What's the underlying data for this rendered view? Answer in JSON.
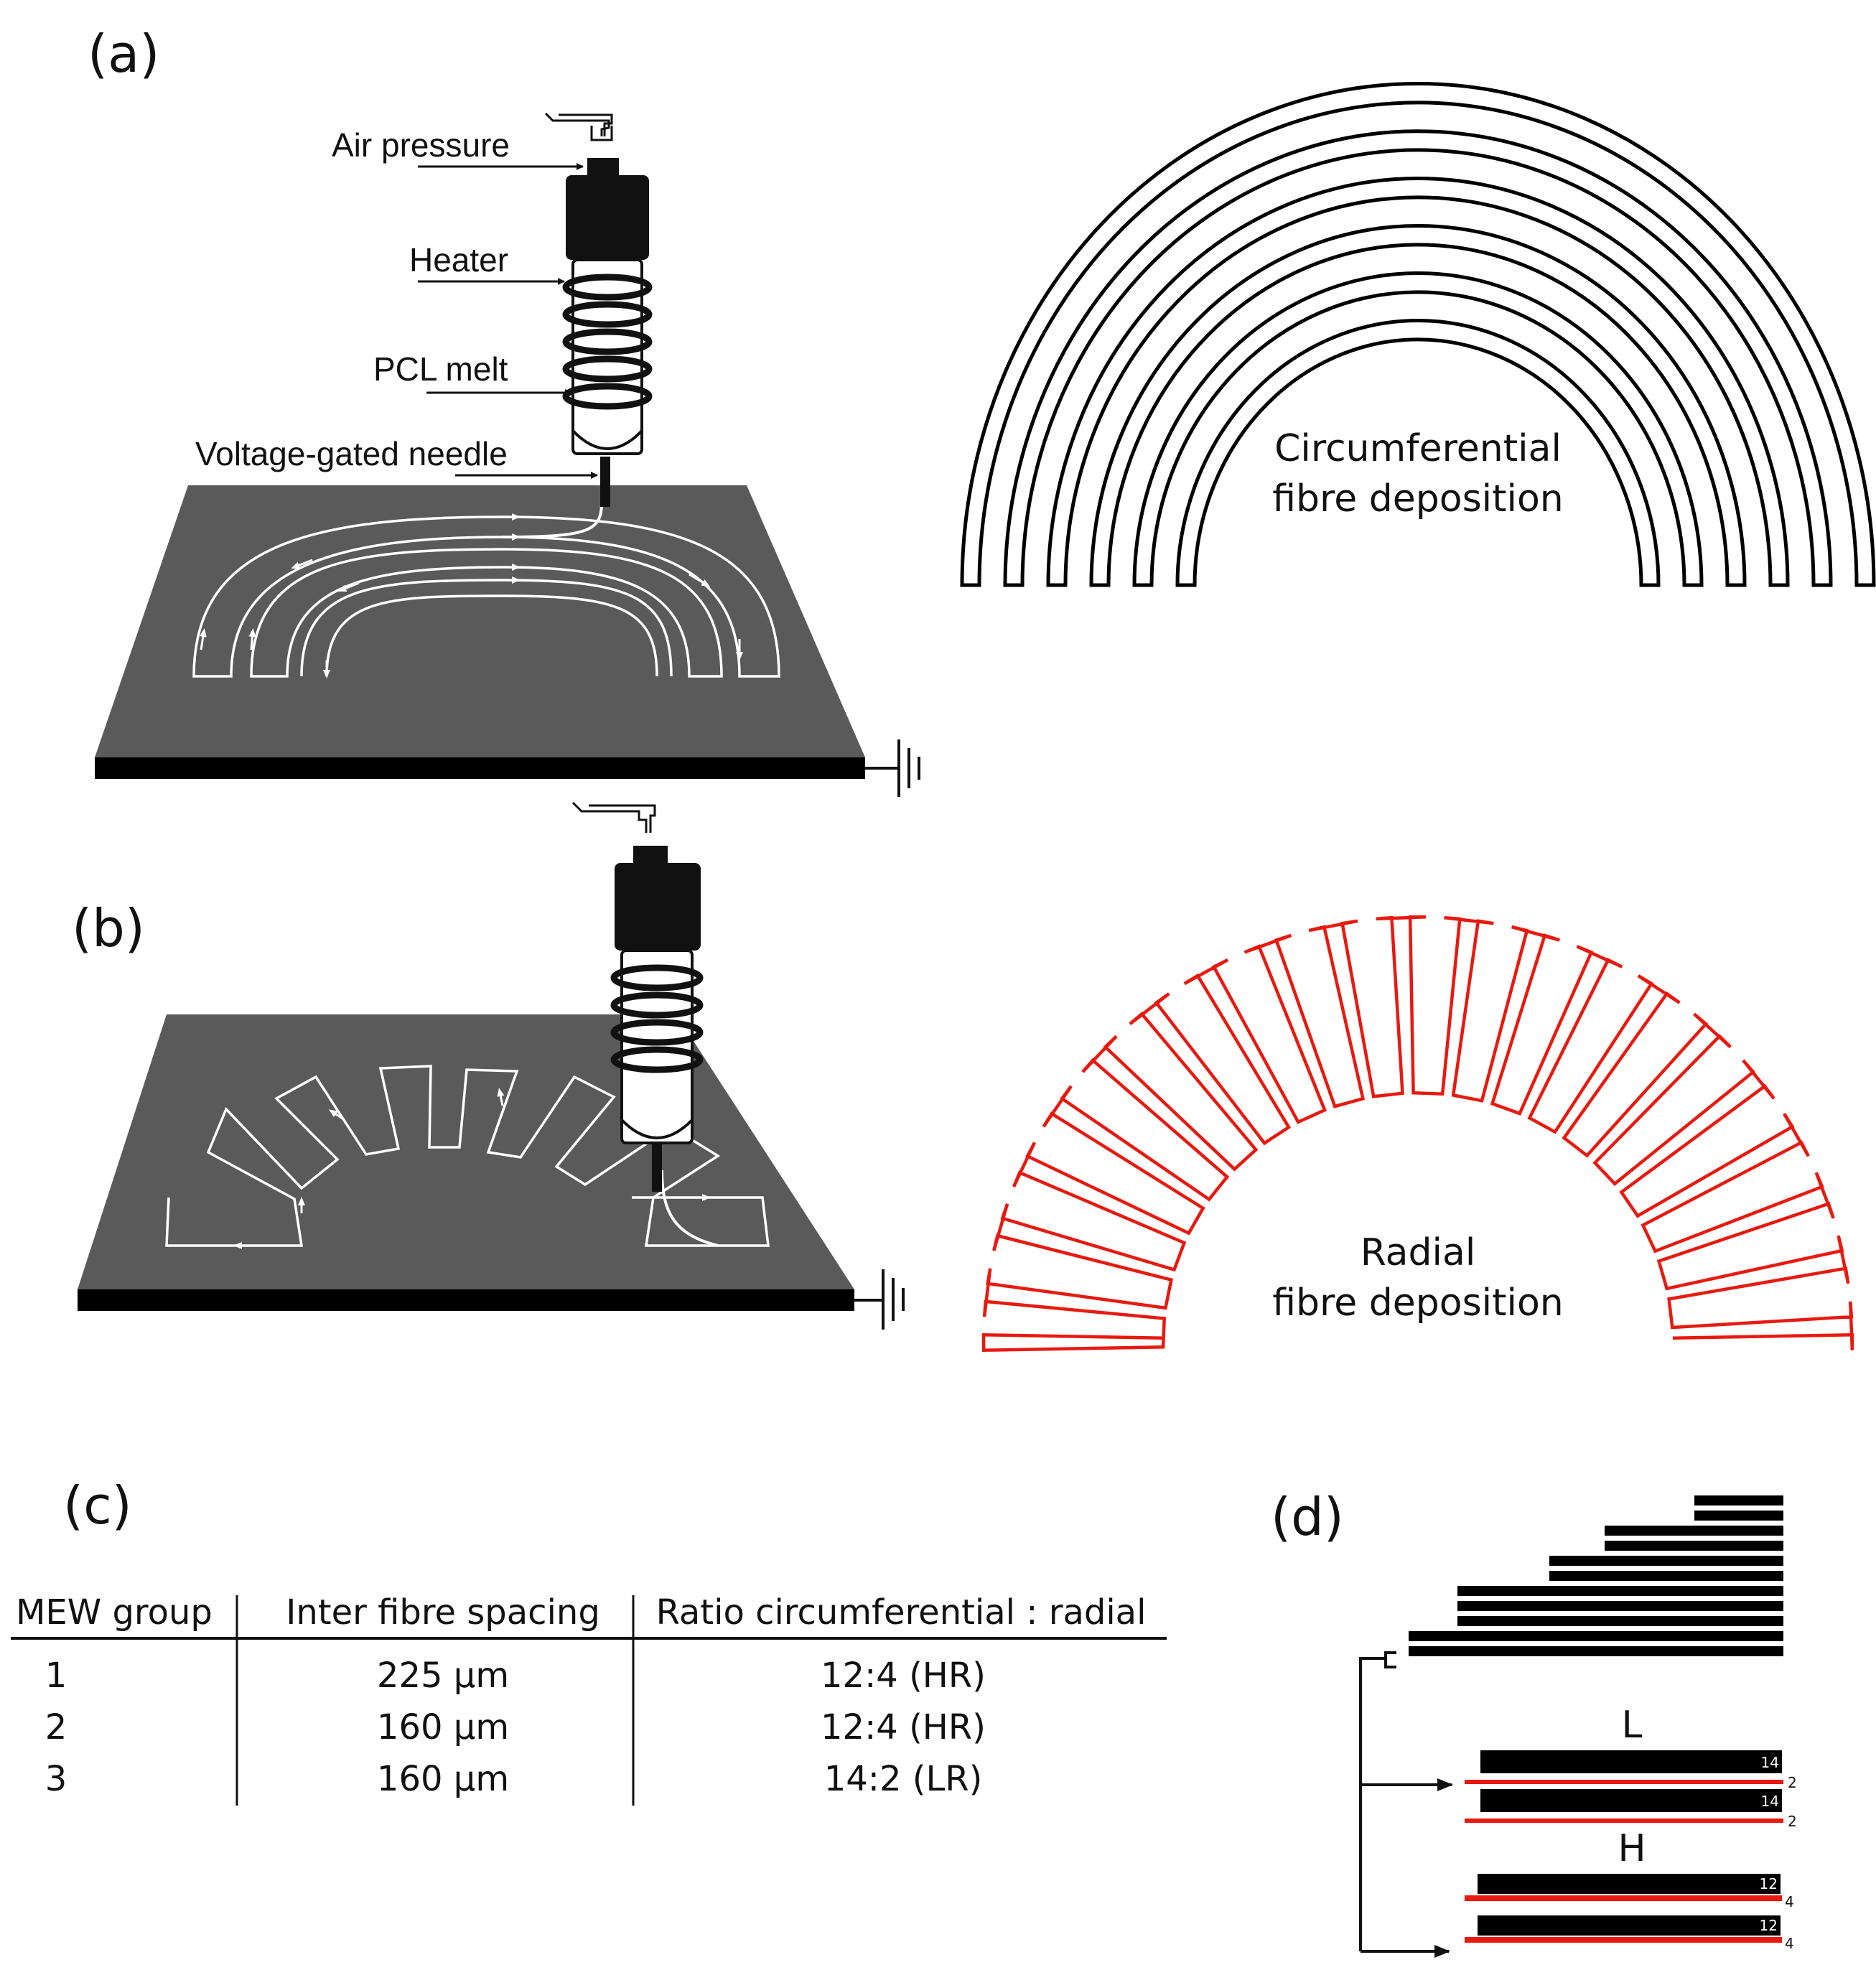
{
  "panels": {
    "a": "(a)",
    "b": "(b)",
    "c": "(c)",
    "d": "(d)"
  },
  "callouts": {
    "air_pressure": "Air pressure",
    "heater": "Heater",
    "pcl_melt": "PCL melt",
    "needle": "Voltage-gated needle"
  },
  "patterns": {
    "circumferential_line1": "Circumferential",
    "circumferential_line2": "fibre deposition",
    "radial_line1": "Radial",
    "radial_line2": "fibre deposition"
  },
  "table": {
    "headers": [
      "MEW group",
      "Inter fibre spacing",
      "Ratio circumferential : radial"
    ],
    "rows": [
      [
        "1",
        "225 µm",
        "12:4 (HR)"
      ],
      [
        "2",
        "160 µm",
        "12:4 (HR)"
      ],
      [
        "3",
        "160 µm",
        "14:2 (LR)"
      ]
    ]
  },
  "layers": {
    "L": "L",
    "H": "H",
    "L_circ": "14",
    "L_rad": "2",
    "H_circ": "12",
    "H_rad": "4"
  },
  "colors": {
    "collector": "#5a5a5a",
    "fibre_circumferential": "#000000",
    "fibre_radial": "#e8190f"
  }
}
